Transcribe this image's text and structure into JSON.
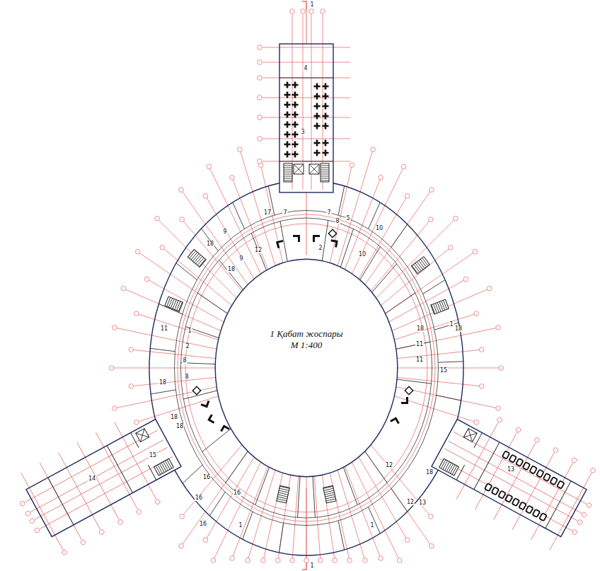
{
  "diagram": {
    "title": "1 Қабат жоспары",
    "caption": "М 1:400",
    "labels": [
      "1",
      "4",
      "3",
      "17",
      "7",
      "7",
      "5",
      "8",
      "10",
      "9",
      "18",
      "2",
      "12",
      "10",
      "9",
      "18",
      "1",
      "11",
      "1",
      "18",
      "18",
      "11",
      "2",
      "11",
      "8",
      "15",
      "8",
      "18",
      "18",
      "18",
      "15",
      "12",
      "13",
      "18",
      "14",
      "16",
      "16",
      "16",
      "12",
      "13",
      "16",
      "1",
      "1",
      "1"
    ]
  }
}
